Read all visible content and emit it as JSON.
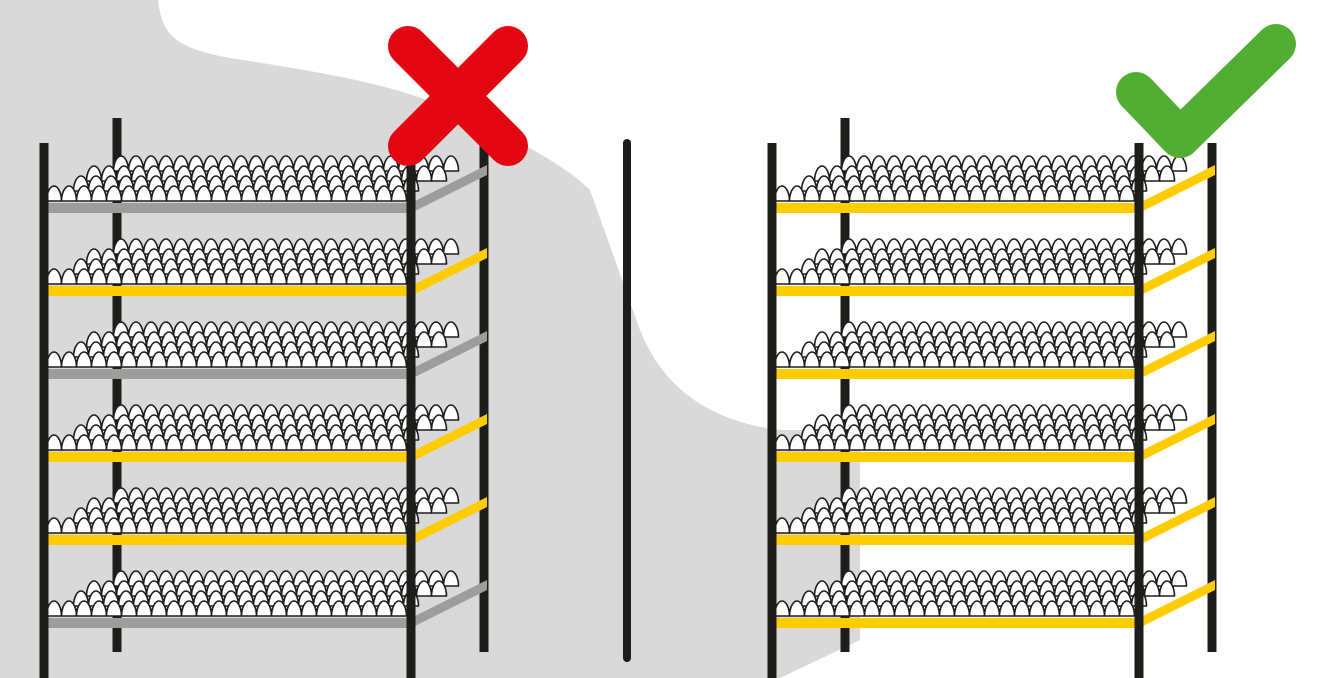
{
  "colors": {
    "background": "#ffffff",
    "shadow": "#d9d9d9",
    "frame": "#1d1d1b",
    "shelf_ok": "#ffcc00",
    "shelf_bad": "#9d9d9c",
    "egg_fill": "#ffffff",
    "egg_stroke": "#1d1d1b",
    "cross": "#e30613",
    "check": "#52ae32"
  },
  "panels": [
    {
      "verdict": "incorrect",
      "verdict_icon": "cross-icon",
      "shelves": [
        "bad",
        "ok",
        "bad",
        "ok",
        "ok",
        "bad"
      ]
    },
    {
      "verdict": "correct",
      "verdict_icon": "check-icon",
      "shelves": [
        "ok",
        "ok",
        "ok",
        "ok",
        "ok",
        "ok"
      ]
    }
  ]
}
